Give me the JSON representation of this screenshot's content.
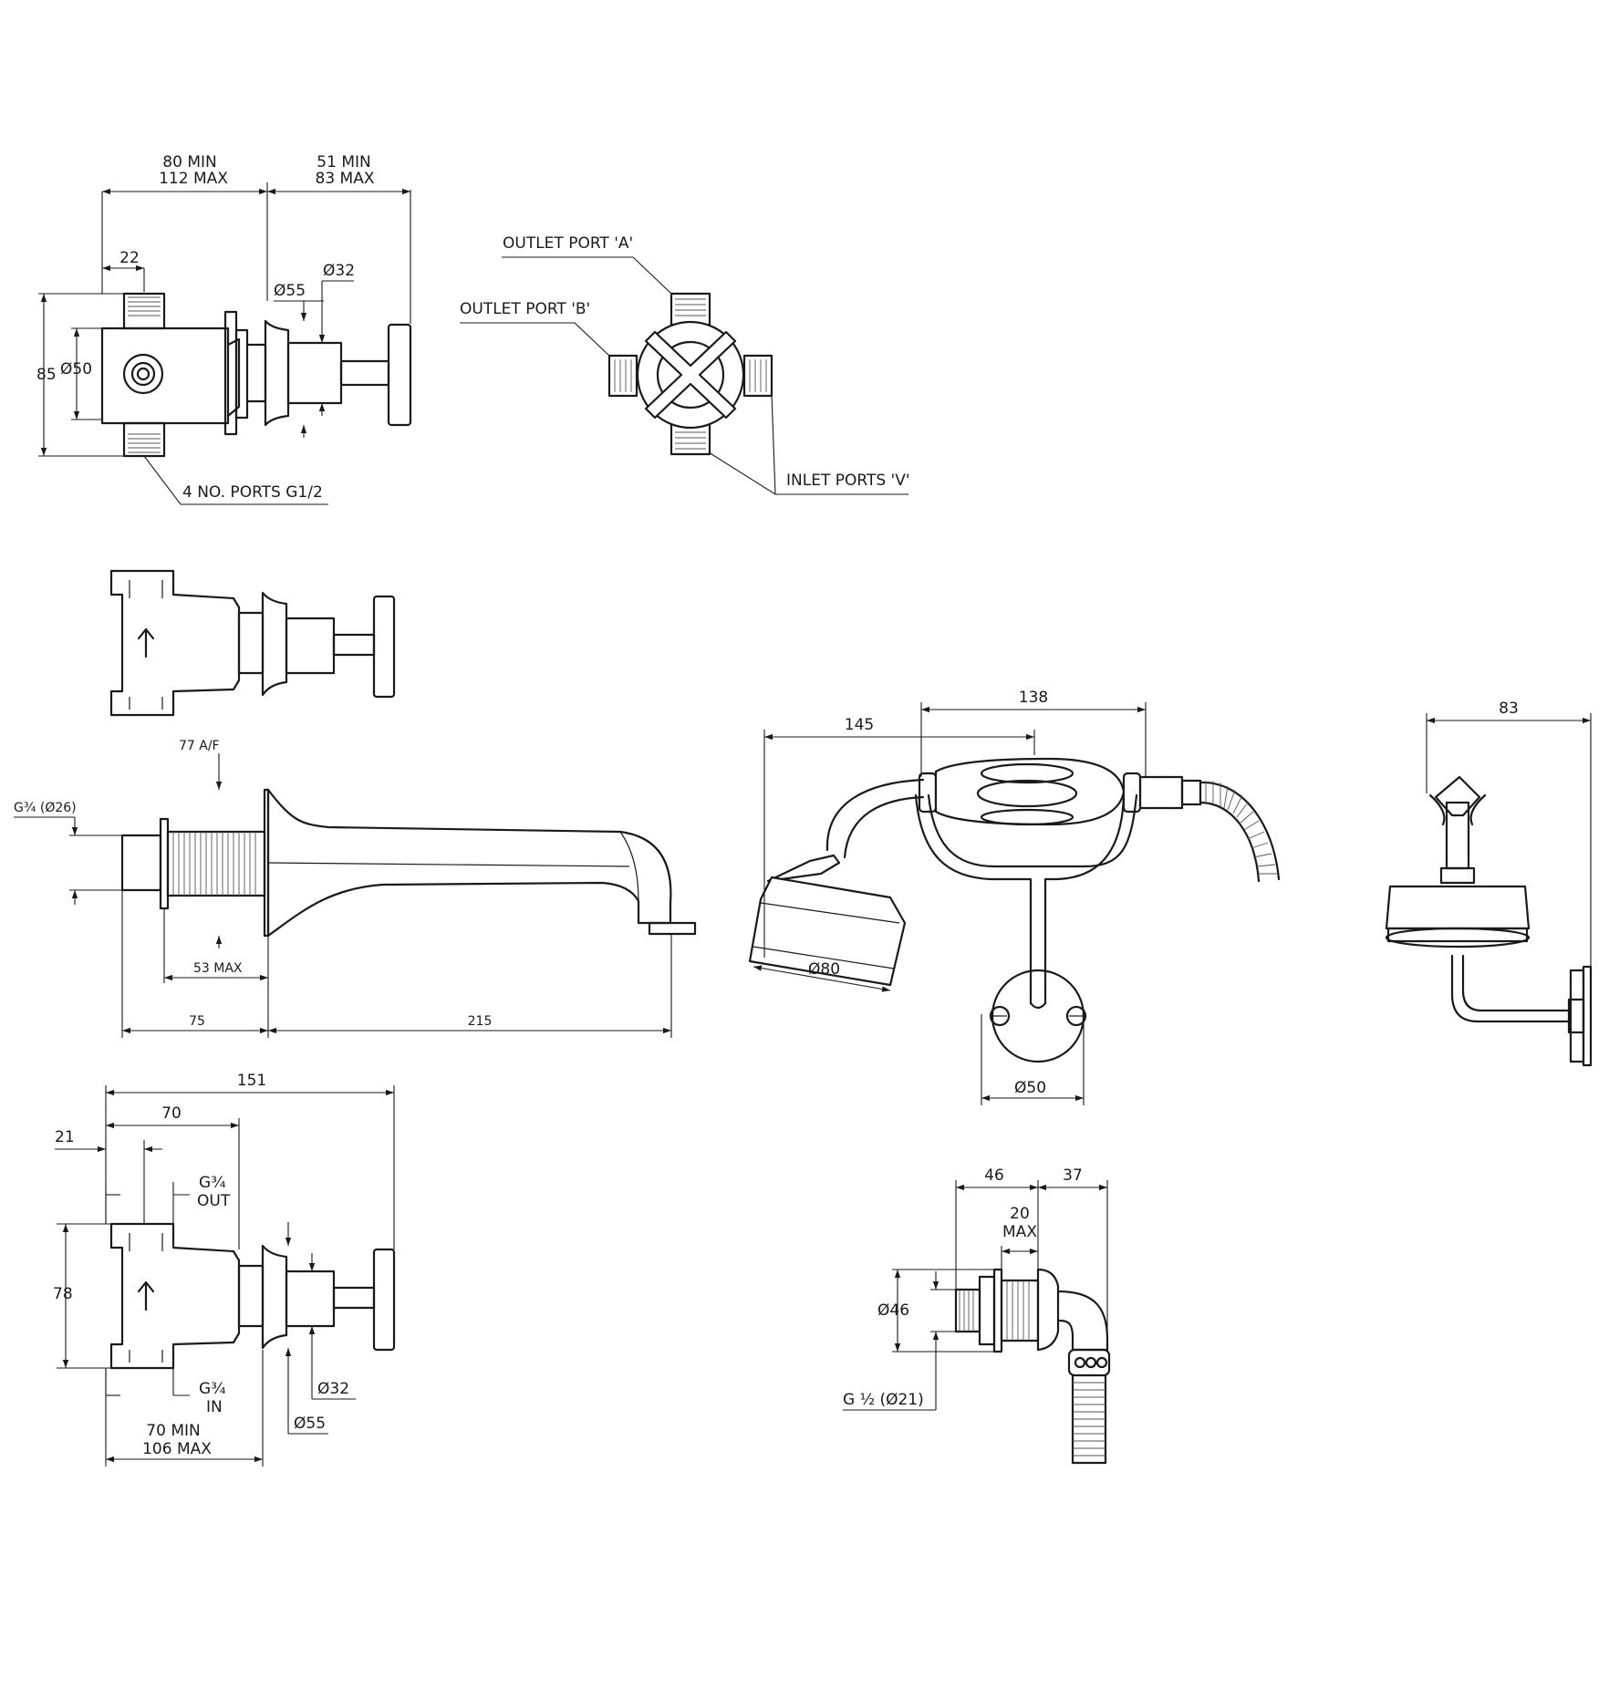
{
  "labels": {
    "top_width": [
      "80 MIN",
      "112 MAX"
    ],
    "top_handle": [
      "51 MIN",
      "83 MAX"
    ],
    "top_22": "22",
    "top_d55": "Ø55",
    "top_d32": "Ø32",
    "top_85": "85",
    "top_d50": "Ø50",
    "ports_note": "4 NO. PORTS G1/2",
    "outlet_a": "OUTLET PORT 'A'",
    "outlet_b": "OUTLET PORT 'B'",
    "inlet_v": "INLET PORTS 'V'",
    "spout_af": "77 A/F",
    "spout_thread": "G¾ (Ø26)",
    "spout_53": "53 MAX",
    "spout_75": "75",
    "spout_215": "215",
    "hs_145": "145",
    "hs_138": "138",
    "hs_d80": "Ø80",
    "hs_d50": "Ø50",
    "side_83": "83",
    "bv_151": "151",
    "bv_70": "70",
    "bv_21": "21",
    "bv_out": [
      "G¾",
      "OUT"
    ],
    "bv_78": "78",
    "bv_in": [
      "G¾",
      "IN"
    ],
    "bv_range": [
      "70 MIN",
      "106 MAX"
    ],
    "bv_d32": "Ø32",
    "bv_d55": "Ø55",
    "wo_46": "46",
    "wo_37": "37",
    "wo_20": [
      "20",
      "MAX"
    ],
    "wo_d46": "Ø46",
    "wo_thread": "G ½ (Ø21)"
  }
}
